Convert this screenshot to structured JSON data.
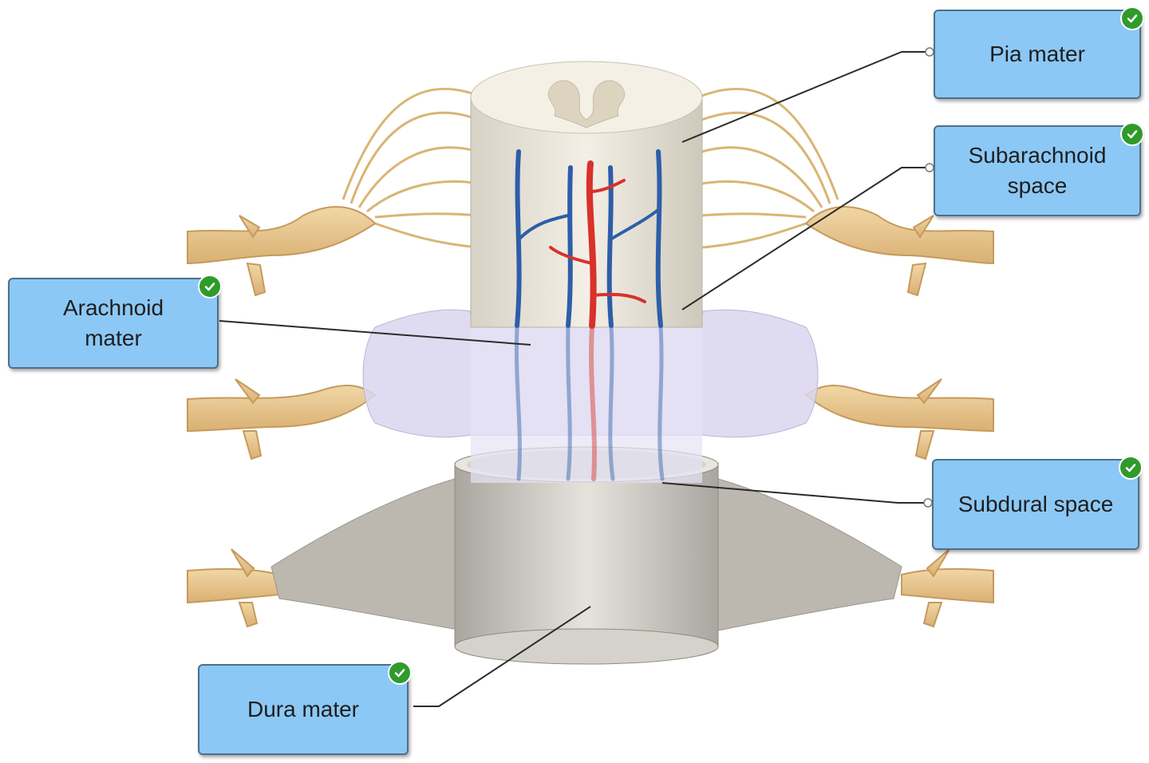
{
  "diagram": {
    "labels": {
      "pia_mater": "Pia mater",
      "subarachnoid_space": "Subarachnoid\nspace",
      "arachnoid_mater": "Arachnoid\nmater",
      "subdural_space": "Subdural space",
      "dura_mater": "Dura mater"
    },
    "status": {
      "pia_mater": "correct",
      "subarachnoid_space": "correct",
      "arachnoid_mater": "correct",
      "subdural_space": "correct",
      "dura_mater": "correct"
    },
    "icons": {
      "correct": "check-circle-icon"
    }
  },
  "colors": {
    "label_fill": "#8cc8f5",
    "label_border": "#4d6f8c",
    "check_green": "#2f9b2b",
    "nerve": "#e6c48a",
    "artery": "#d8322a",
    "vein": "#2d5ea8",
    "dura": "#c9c6bf"
  }
}
